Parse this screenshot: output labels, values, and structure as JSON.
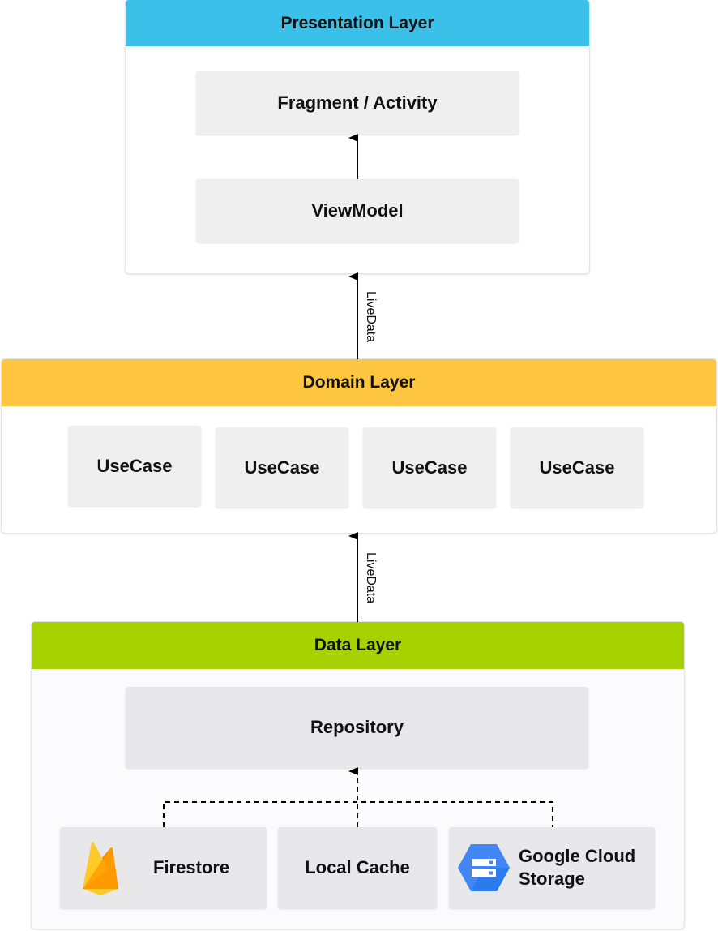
{
  "presentation": {
    "title": "Presentation Layer",
    "fragment": "Fragment / Activity",
    "viewmodel": "ViewModel",
    "header_color": "#3bc0e9"
  },
  "edges": {
    "presentation_domain": "LiveData",
    "domain_data": "LiveData"
  },
  "domain": {
    "title": "Domain Layer",
    "usecases": [
      "UseCase",
      "UseCase",
      "UseCase",
      "UseCase"
    ],
    "header_color": "#fec541"
  },
  "data": {
    "title": "Data Layer",
    "repository": "Repository",
    "sources": {
      "firestore": "Firestore",
      "local_cache": "Local Cache",
      "gcs": "Google Cloud Storage"
    },
    "header_color": "#a8d100"
  },
  "icons": [
    "firebase-icon",
    "google-cloud-storage-icon"
  ]
}
